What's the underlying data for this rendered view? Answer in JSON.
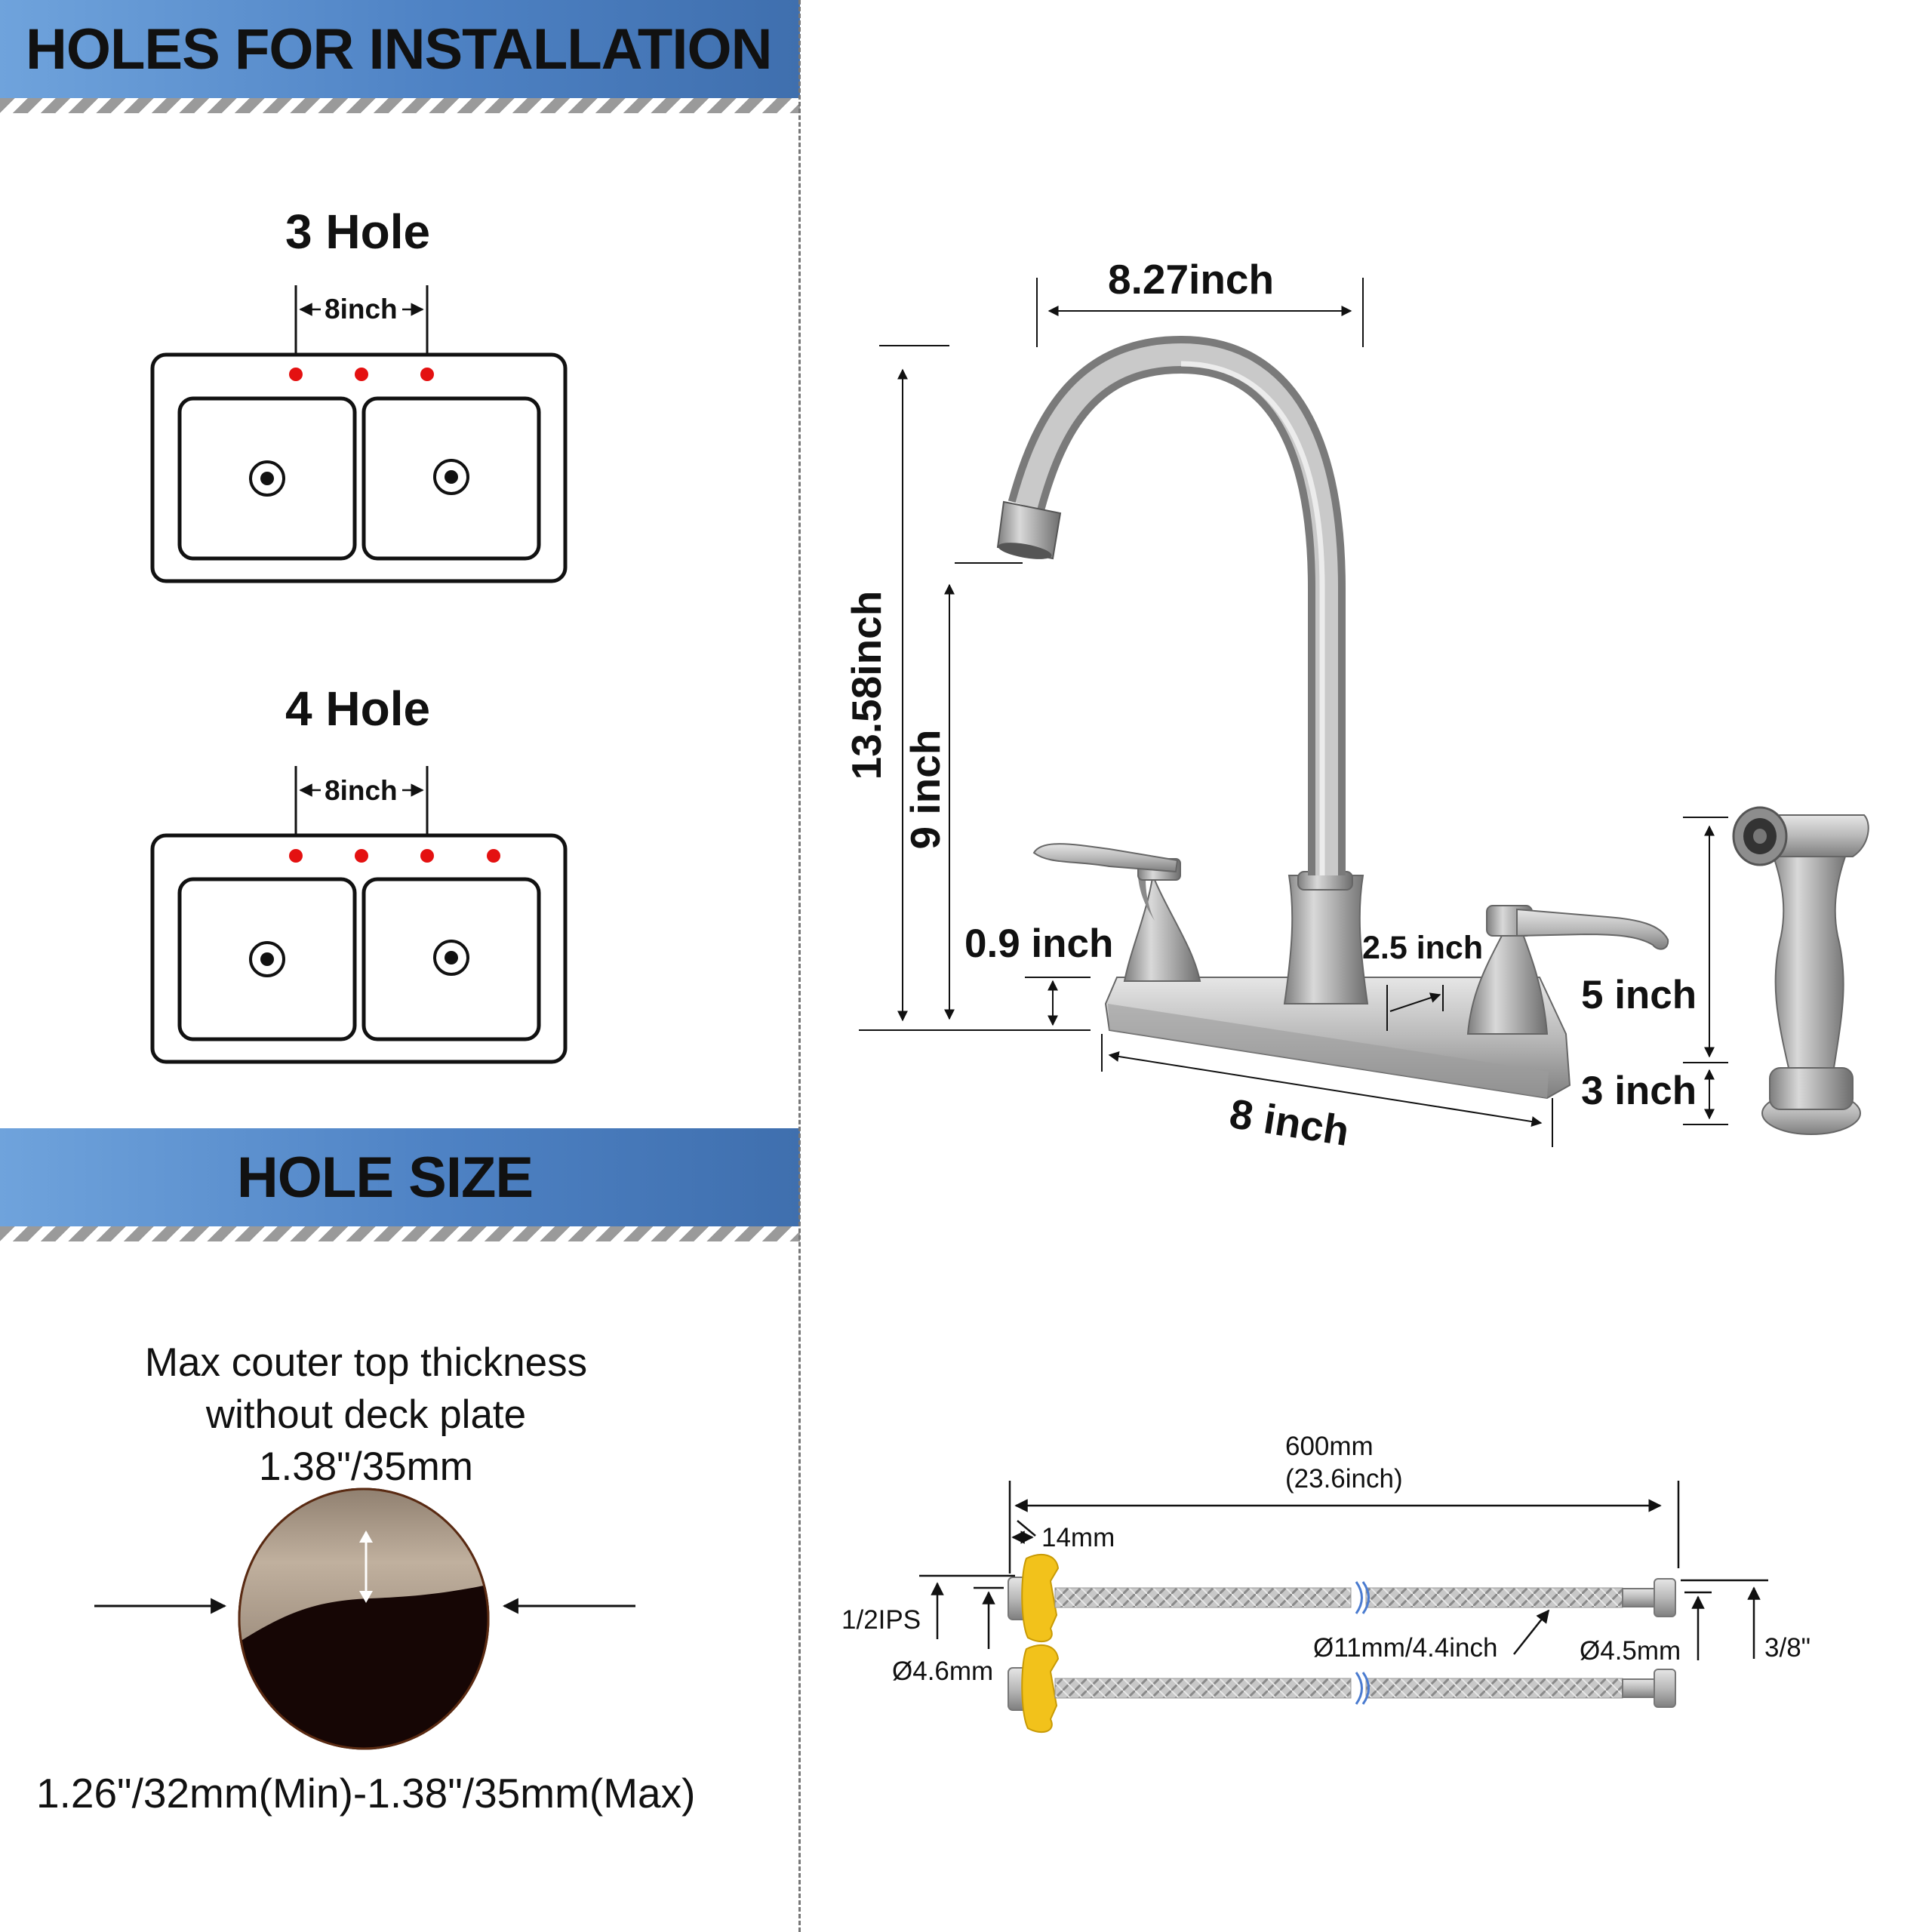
{
  "install_banner": {
    "title": "HOLES FOR INSTALLATION"
  },
  "hole_size_banner": {
    "title": "HOLE SIZE"
  },
  "three_hole": {
    "title": "3 Hole",
    "spacing": "8inch"
  },
  "four_hole": {
    "title": "4 Hole",
    "spacing": "8inch"
  },
  "thickness": {
    "line1": "Max couter top thickness",
    "line2": "without deck plate",
    "line3": "1.38\"/35mm",
    "range": "1.26\"/32mm(Min)-1.38\"/35mm(Max)"
  },
  "faucet_dims": {
    "spout_reach": "8.27inch",
    "total_height": "13.58inch",
    "spout_height": "9 inch",
    "base_height": "0.9 inch",
    "handle_offset": "2.5 inch",
    "base_width": "8 inch",
    "sprayer_height": "5 inch",
    "sprayer_base": "3 inch"
  },
  "hose_dims": {
    "length_mm": "600mm",
    "length_in": "(23.6inch)",
    "nut": "14mm",
    "ips": "1/2IPS",
    "inner_left": "Ø4.6mm",
    "outer": "Ø11mm/4.4inch",
    "inner_right": "Ø4.5mm",
    "right_thread": "3/8\""
  },
  "colors": {
    "banner": "#4e82c4",
    "hole_dot": "#e41111",
    "steel": "#a8a8a8",
    "connector": "#f2c21b",
    "countertop": "#b3a391",
    "countertop_dark": "#160605"
  }
}
